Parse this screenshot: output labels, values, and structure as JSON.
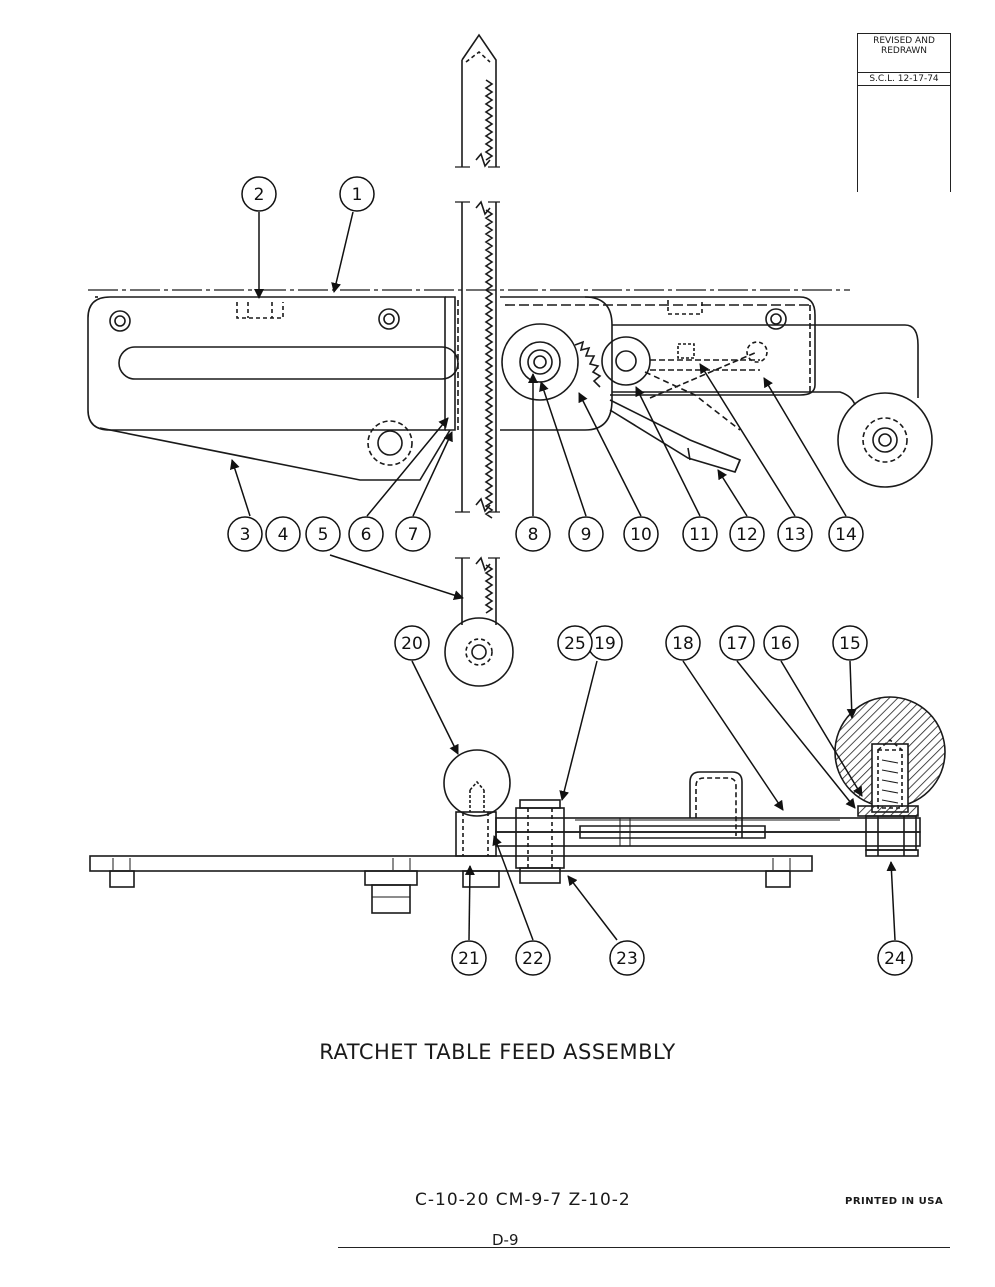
{
  "title": "RATCHET TABLE FEED ASSEMBLY",
  "revision": {
    "status": "REVISED AND REDRAWN",
    "initials_date": "S.C.L. 12-17-74"
  },
  "footer": {
    "codes": "C-10-20  CM-9-7  Z-10-2",
    "printed": "PRINTED IN USA",
    "page": "D-9"
  },
  "callouts_top": [
    "1",
    "2",
    "3",
    "4",
    "5",
    "6",
    "7",
    "8",
    "9",
    "10",
    "11",
    "12",
    "13",
    "14"
  ],
  "callouts_bottom": [
    "15",
    "16",
    "17",
    "18",
    "19",
    "20",
    "21",
    "22",
    "23",
    "24",
    "25"
  ]
}
